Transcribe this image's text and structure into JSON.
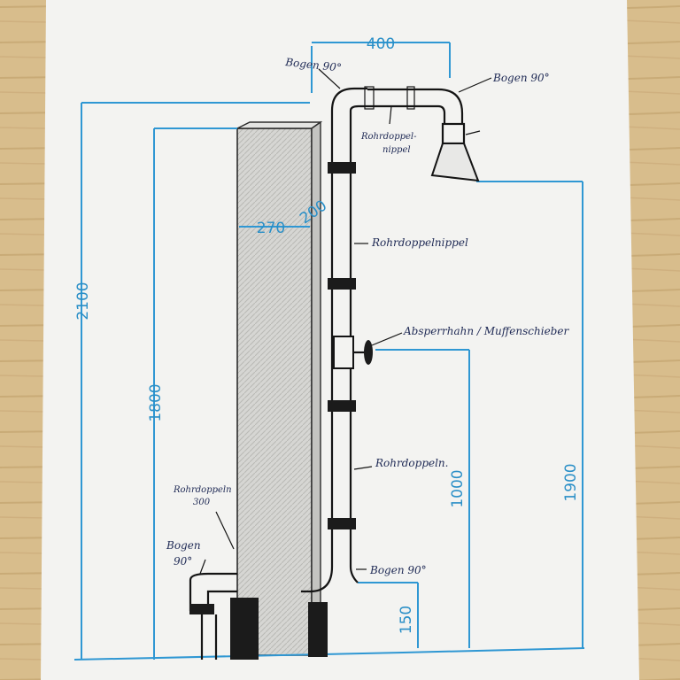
{
  "drawing": {
    "dimensions": {
      "top_width": "400",
      "total_height": "2100",
      "column_height": "1800",
      "column_width": "270",
      "column_depth": "200",
      "shower_height": "1900",
      "valve_height": "1000",
      "base_height": "150"
    },
    "labels": {
      "bend_top_left": "Bogen 90°",
      "bend_top_right": "Bogen 90°",
      "nipple_top_line1": "Rohrdoppel-",
      "nipple_top_line2": "nippel",
      "nipple_mid": "Rohrdoppelnippel",
      "valve": "Absperrhahn / Muffenschieber",
      "nipple_low": "Rohrdoppeln.",
      "nipple_bottom_line1": "Rohrdoppeln",
      "nipple_bottom_line2": "300",
      "bend_bottom_left_line1": "Bogen",
      "bend_bottom_left_line2": "90°",
      "bend_bottom_right": "Bogen 90°"
    }
  }
}
